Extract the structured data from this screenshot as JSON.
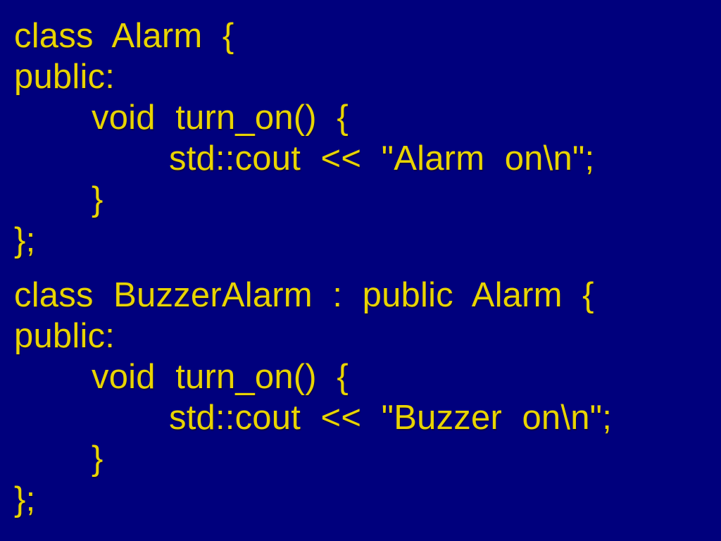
{
  "slide": {
    "background_color": "#00007D",
    "text_color": "#E8D400",
    "language": "C++",
    "code_blocks": [
      {
        "name": "Alarm class definition",
        "lines": [
          {
            "indent": 0,
            "text": "class Alarm {"
          },
          {
            "indent": 0,
            "text": "public:"
          },
          {
            "indent": 1,
            "text": "void turn_on() {"
          },
          {
            "indent": 2,
            "text": "std::cout << \"Alarm on\\n\";"
          },
          {
            "indent": 1,
            "text": "}"
          },
          {
            "indent": 0,
            "text": "};"
          }
        ]
      },
      {
        "name": "BuzzerAlarm class definition",
        "lines": [
          {
            "indent": 0,
            "text": "class BuzzerAlarm : public Alarm {"
          },
          {
            "indent": 0,
            "text": "public:"
          },
          {
            "indent": 1,
            "text": "void turn_on() {"
          },
          {
            "indent": 2,
            "text": "std::cout << \"Buzzer on\\n\";"
          },
          {
            "indent": 1,
            "text": "}"
          },
          {
            "indent": 0,
            "text": "};"
          }
        ]
      }
    ]
  }
}
